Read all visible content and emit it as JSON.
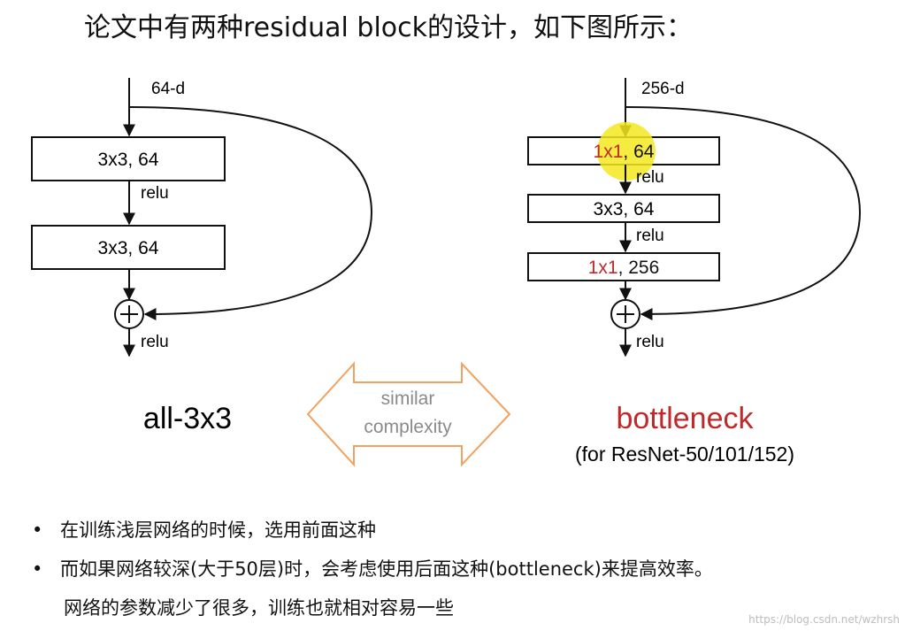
{
  "title": "论文中有两种residual block的设计，如下图所示：",
  "left_block": {
    "input_label": "64-d",
    "layer1": "3x3, 64",
    "relu1": "relu",
    "layer2": "3x3, 64",
    "relu_out": "relu",
    "name": "all-3x3"
  },
  "right_block": {
    "input_label": "256-d",
    "layer1_red": "1x1",
    "layer1_rest": ", 64",
    "relu1": "relu",
    "layer2": "3x3, 64",
    "relu2": "relu",
    "layer3_red": "1x1",
    "layer3_rest": ", 256",
    "relu_out": "relu",
    "name": "bottleneck",
    "subtitle": "(for ResNet-50/101/152)"
  },
  "compare_arrow": {
    "line1": "similar",
    "line2": "complexity"
  },
  "bullets": [
    "在训练浅层网络的时候，选用前面这种",
    "而如果网络较深(大于50层)时，会考虑使用后面这种(bottleneck)来提高效率。"
  ],
  "bullet_continuation": "网络的参数减少了很多，训练也就相对容易一些",
  "bullet_symbol": "•",
  "watermark": "https://blog.csdn.net/wzhrsh",
  "colors": {
    "red_text": "#c0282a",
    "highlight": "#f5e81f",
    "arrow_outline": "#f2a15f",
    "arrow_text": "#8a8a8a"
  }
}
